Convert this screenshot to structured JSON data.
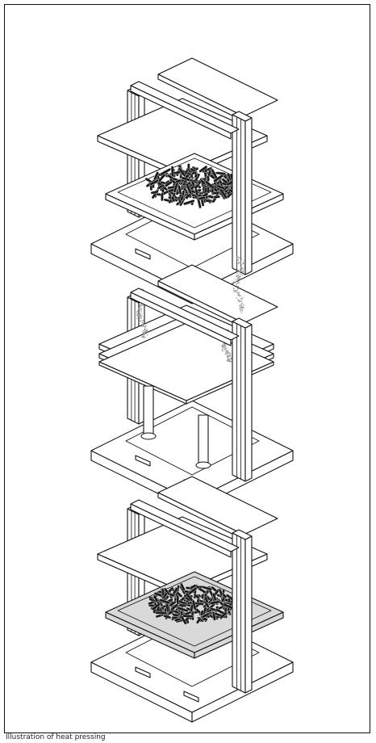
{
  "caption": "Illustration of heat pressing",
  "colors": {
    "stroke": "#111111",
    "fill": "#ffffff",
    "material": "#1a1a1a",
    "pad": "#d9d9d9",
    "steam": "#9a9a9a"
  },
  "panels": [
    {
      "id": "stage-1",
      "state": "material-loaded"
    },
    {
      "id": "stage-2",
      "state": "pressing-with-steam"
    },
    {
      "id": "stage-3",
      "state": "pressed-material"
    }
  ]
}
